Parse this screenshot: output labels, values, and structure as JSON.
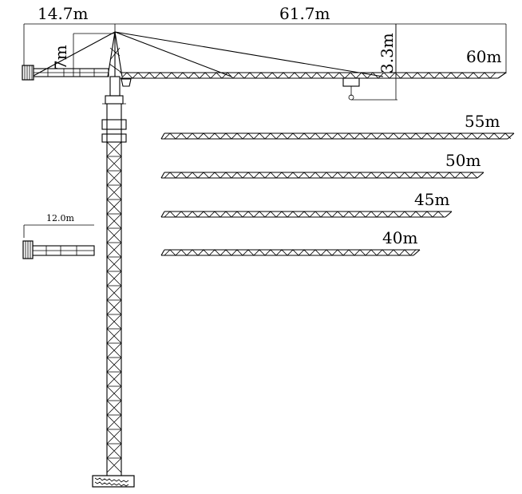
{
  "dimensions": {
    "counter_jib_length": "14.7m",
    "jib_length": "61.7m",
    "tower_head_height": "7m",
    "trolley_height": "3.3m",
    "short_counter_jib_length": "12.0m"
  },
  "jib_options": [
    "60m",
    "55m",
    "50m",
    "45m",
    "40m"
  ]
}
